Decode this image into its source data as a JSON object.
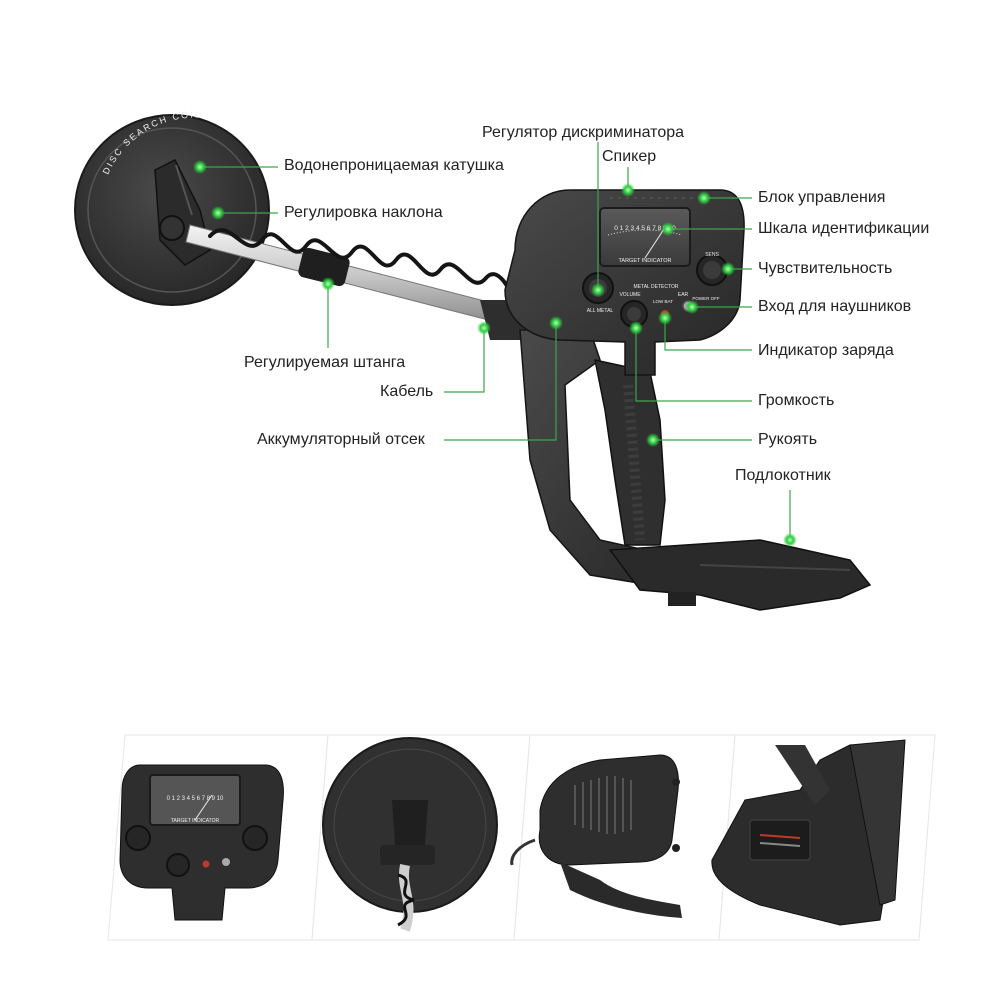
{
  "colors": {
    "accent": "#2ecc40",
    "leader": "#3aa64a",
    "device": "#3a3a3a",
    "background": "#ffffff"
  },
  "callouts": [
    {
      "id": "discriminator",
      "label": "Регулятор дискриминатора"
    },
    {
      "id": "speaker",
      "label": "Спикер"
    },
    {
      "id": "waterproof-coil",
      "label": "Водонепроницаемая катушка"
    },
    {
      "id": "tilt-adjust",
      "label": "Регулировка наклона"
    },
    {
      "id": "control-box",
      "label": "Блок управления"
    },
    {
      "id": "id-scale",
      "label": "Шкала идентификации"
    },
    {
      "id": "sensitivity",
      "label": "Чувствительность"
    },
    {
      "id": "headphone-jack",
      "label": "Вход для наушников"
    },
    {
      "id": "adjustable-shaft",
      "label": "Регулируемая штанга"
    },
    {
      "id": "charge-indicator",
      "label": "Индикатор заряда"
    },
    {
      "id": "cable",
      "label": "Кабель"
    },
    {
      "id": "volume",
      "label": "Громкость"
    },
    {
      "id": "battery-compartment",
      "label": "Аккумуляторный отсек"
    },
    {
      "id": "handle",
      "label": "Рукоять"
    },
    {
      "id": "armrest",
      "label": "Подлокотник"
    }
  ],
  "device_text": {
    "coil_ring": "DISC SEARCH COIL",
    "meter_scale": "0 1 2 3 4 5 6 7 8 9 10",
    "meter_caption": "TARGET INDICATOR",
    "panel_caption": "METAL DETECTOR",
    "volume_caption": "VOLUME",
    "lowbat_caption": "LOW BAT",
    "ear_caption": "EAR",
    "power_caption": "POWER OFF",
    "allmetal_caption": "ALL METAL",
    "sens_caption": "SENS"
  }
}
